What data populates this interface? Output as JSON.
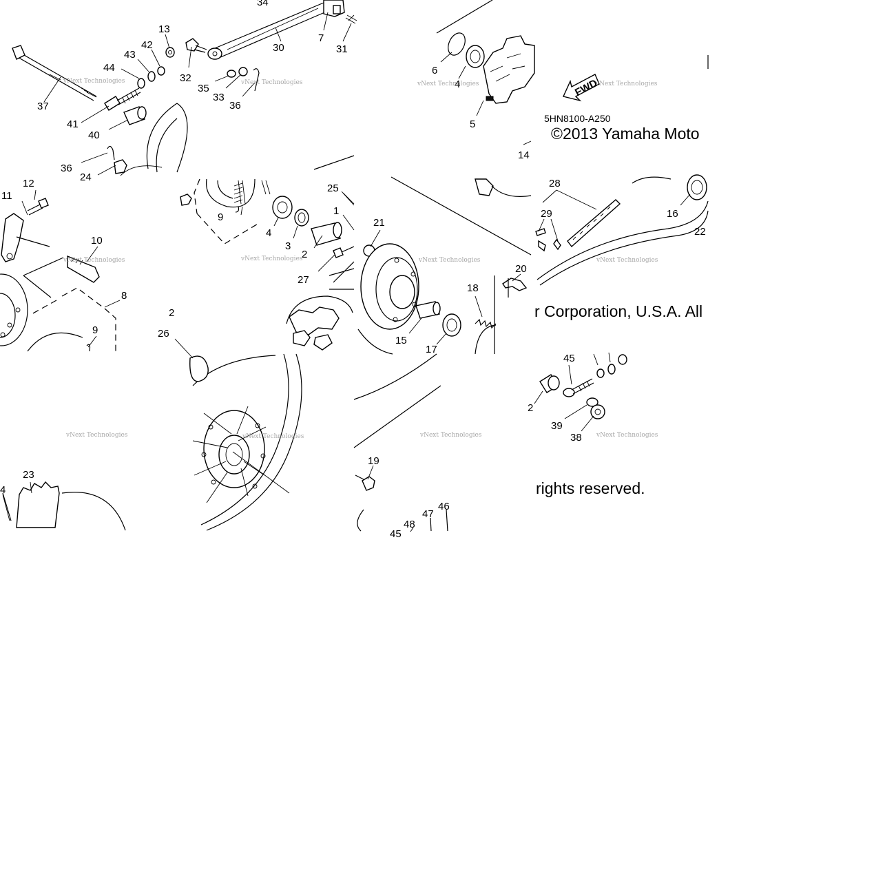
{
  "diagram": {
    "part_code": "5HN8100-A250",
    "copyright_line1": "©2013 Yamaha Moto",
    "copyright_line2": "r Corporation, U.S.A. All",
    "copyright_line3": "rights reserved.",
    "fwd_label": "FWD",
    "watermark": "vNext Technologies",
    "callouts": [
      "34",
      "7",
      "30",
      "31",
      "13",
      "42",
      "43",
      "44",
      "37",
      "41",
      "40",
      "36",
      "24",
      "32",
      "35",
      "33",
      "36",
      "6",
      "4",
      "5",
      "14",
      "12",
      "11",
      "10",
      "8",
      "9",
      "9",
      "4",
      "3",
      "2",
      "27",
      "25",
      "1",
      "21",
      "28",
      "29",
      "16",
      "22",
      "20",
      "18",
      "15",
      "17",
      "23",
      "4",
      "2",
      "26",
      "19",
      "45",
      "39",
      "38",
      "48",
      "47",
      "46",
      "45",
      "2"
    ]
  }
}
